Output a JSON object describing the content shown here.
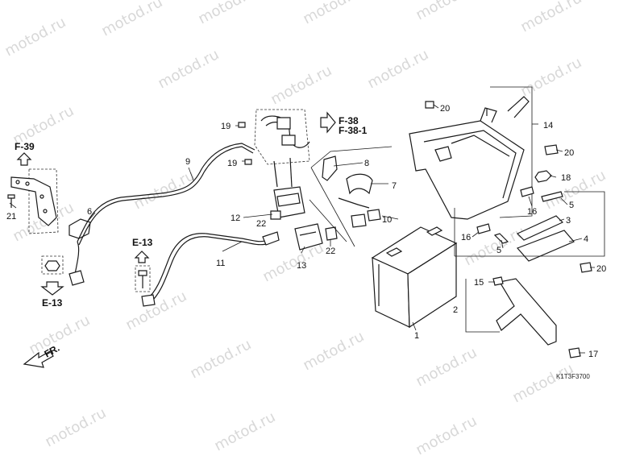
{
  "diagram": {
    "code": "K1T3F3700",
    "watermark": "motod.ru",
    "direction": "FR.",
    "refs": {
      "f39": "F-39",
      "f38": "F-38",
      "f381": "F-38-1",
      "e13_top": "E-13",
      "e13_bottom": "E-13"
    },
    "part_numbers": {
      "p1": "1",
      "p2": "2",
      "p3": "3",
      "p4": "4",
      "p5a": "5",
      "p5b": "5",
      "p6": "6",
      "p7": "7",
      "p8": "8",
      "p9": "9",
      "p10": "10",
      "p11": "11",
      "p12": "12",
      "p13": "13",
      "p14": "14",
      "p15": "15",
      "p16a": "16",
      "p16b": "16",
      "p17": "17",
      "p18": "18",
      "p19a": "19",
      "p19b": "19",
      "p20a": "20",
      "p20b": "20",
      "p20c": "20",
      "p21": "21",
      "p22a": "22",
      "p22b": "22"
    }
  }
}
